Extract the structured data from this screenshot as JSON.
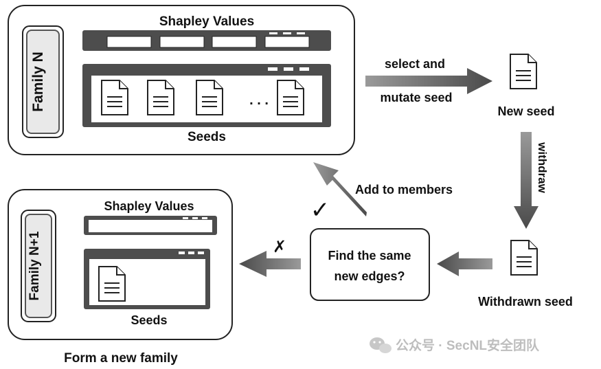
{
  "family_n": {
    "label": "Family N",
    "shapley_label": "Shapley Values",
    "seeds_label": "Seeds",
    "ellipsis": ". . ."
  },
  "family_n1": {
    "label": "Family N+1",
    "shapley_label": "Shapley Values",
    "seeds_label": "Seeds",
    "caption": "Form a new family"
  },
  "flow": {
    "select_mutate_line1": "select and",
    "select_mutate_line2": "mutate seed",
    "new_seed_label": "New seed",
    "withdraw_label": "withdraw",
    "withdrawn_seed_label": "Withdrawn seed",
    "find_same_line1": "Find the same",
    "find_same_line2": "new edges?",
    "add_to_members": "Add to members",
    "yes_mark": "✓",
    "no_mark": "✗"
  },
  "watermark": {
    "text": "公众号 · SecNL安全团队"
  },
  "icons": {
    "document": "document-icon",
    "arrow": "arrow-icon",
    "wechat": "wechat-icon"
  }
}
